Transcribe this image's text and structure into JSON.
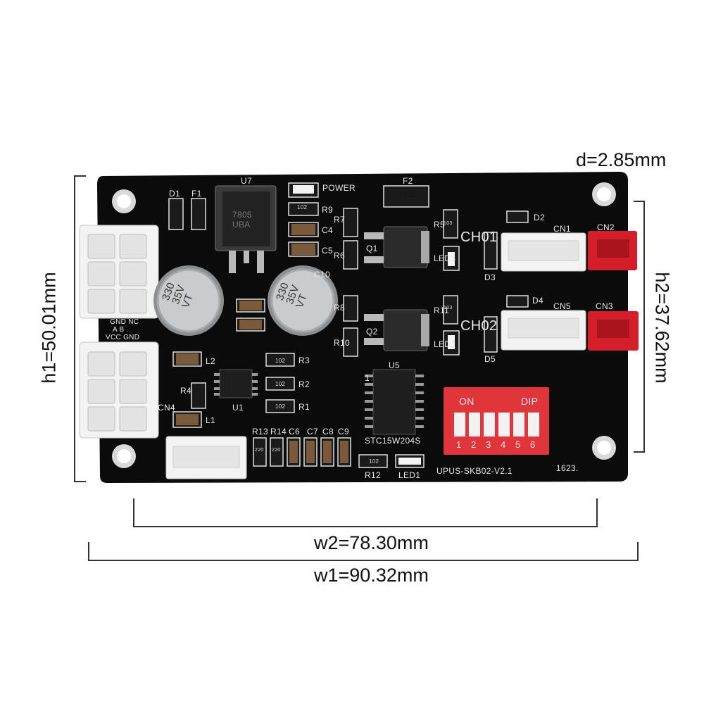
{
  "dimensions": {
    "d": "d=2.85mm",
    "h1": "h1=50.01mm",
    "h2": "h2=37.62mm",
    "w1": "w1=90.32mm",
    "w2": "w2=78.30mm"
  },
  "board": {
    "colors": {
      "pcb": "#0b0b0b",
      "silkscreen": "#e8e8e8",
      "connector_white": "#f3f3f3",
      "connector_red": "#d41f2a",
      "dip_switch": "#e0353b",
      "capacitor": "#c9ccce"
    },
    "labels": {
      "u7": "U7",
      "power": "POWER",
      "f2": "F2",
      "d1": "D1",
      "f1": "F1",
      "r9": "R9",
      "c4": "C4",
      "c5": "C5",
      "c10": "C10",
      "r7": "R7",
      "r6": "R6",
      "q1": "Q1",
      "r5": "R5",
      "led3": "LED3",
      "ch01": "CH01",
      "d2": "D2",
      "cn1": "CN1",
      "cn2": "CN2",
      "d3": "D3",
      "d4": "D4",
      "cn5": "CN5",
      "cn3": "CN3",
      "r8": "R8",
      "r10": "R10",
      "q2": "Q2",
      "r11": "R11",
      "led2": "LED2",
      "ch02": "CH02",
      "d5": "D5",
      "gnd_nc": "GND  NC",
      "a_b": "A       B",
      "vcc_gnd": "VCC  GND",
      "l2": "L2",
      "r4": "R4",
      "u1": "U1",
      "cn4": "CN4",
      "l1": "L1",
      "r3": "R3",
      "r2": "R2",
      "r1": "R1",
      "u5": "U5",
      "mcu": "STC15W204S",
      "r13": "R13",
      "r14": "R14",
      "c6": "C6",
      "c7": "C7",
      "c8": "C8",
      "c9": "C9",
      "r12": "R12",
      "led1": "LED1",
      "model": "UPUS-SKB02-V2.1",
      "date": "1623.",
      "on": "ON",
      "dip": "DIP",
      "dip_numbers": [
        "1",
        "2",
        "3",
        "4",
        "5",
        "6"
      ],
      "cap_marking_1": "330\n35V\nVT",
      "cap_marking_2": "330\n35V\nVT",
      "regulator_marking": "7805\nUBA",
      "smd_102": "102",
      "smd_103": "103",
      "smd_t300": "T300",
      "smd_220": "220",
      "pin1": "1"
    }
  }
}
